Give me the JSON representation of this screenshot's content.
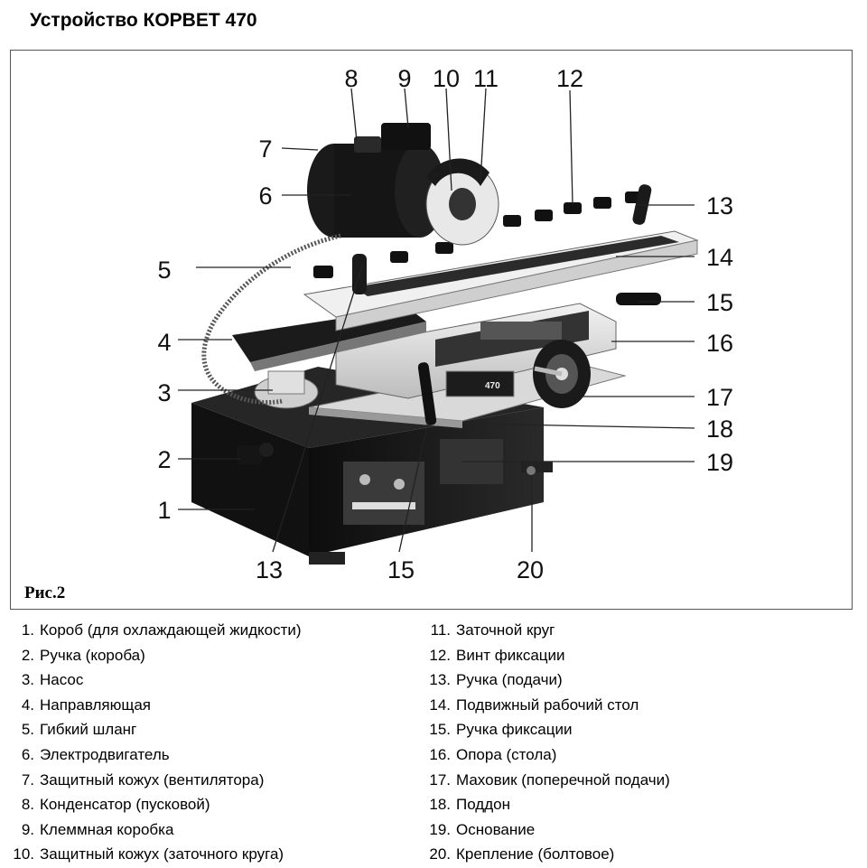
{
  "page": {
    "title": "Устройство КОРВЕТ 470",
    "figure_label": "Рис.2",
    "colors": {
      "frame": "#555555",
      "machine_light": "#e6e6e6",
      "machine_dark": "#1a1a1a"
    }
  },
  "figure": {
    "machine_brand_plate": "470",
    "callouts": [
      "8",
      "9",
      "10",
      "11",
      "12",
      "7",
      "6",
      "13",
      "14",
      "5",
      "15",
      "4",
      "16",
      "3",
      "17",
      "18",
      "2",
      "19",
      "1",
      "13",
      "15",
      "20"
    ]
  },
  "legend": {
    "left": [
      {
        "num": "1.",
        "text": "Короб (для охлаждающей жидкости)"
      },
      {
        "num": "2.",
        "text": "Ручка (короба)"
      },
      {
        "num": "3.",
        "text": "Насос"
      },
      {
        "num": "4.",
        "text": "Направляющая"
      },
      {
        "num": "5.",
        "text": "Гибкий шланг"
      },
      {
        "num": "6.",
        "text": "Электродвигатель"
      },
      {
        "num": "7.",
        "text": "Защитный кожух (вентилятора)"
      },
      {
        "num": "8.",
        "text": "Конденсатор (пусковой)"
      },
      {
        "num": "9.",
        "text": "Клеммная коробка"
      },
      {
        "num": "10.",
        "text": "Защитный кожух (заточного круга)"
      }
    ],
    "right": [
      {
        "num": "11.",
        "text": "Заточной круг"
      },
      {
        "num": "12.",
        "text": "Винт фиксации"
      },
      {
        "num": "13.",
        "text": "Ручка (подачи)"
      },
      {
        "num": "14.",
        "text": "Подвижный рабочий стол"
      },
      {
        "num": "15.",
        "text": "Ручка фиксации"
      },
      {
        "num": "16.",
        "text": "Опора (стола)"
      },
      {
        "num": "17.",
        "text": "Маховик (поперечной подачи)"
      },
      {
        "num": "18.",
        "text": "Поддон"
      },
      {
        "num": "19.",
        "text": "Основание"
      },
      {
        "num": "20.",
        "text": "Крепление (болтовое)"
      }
    ]
  }
}
